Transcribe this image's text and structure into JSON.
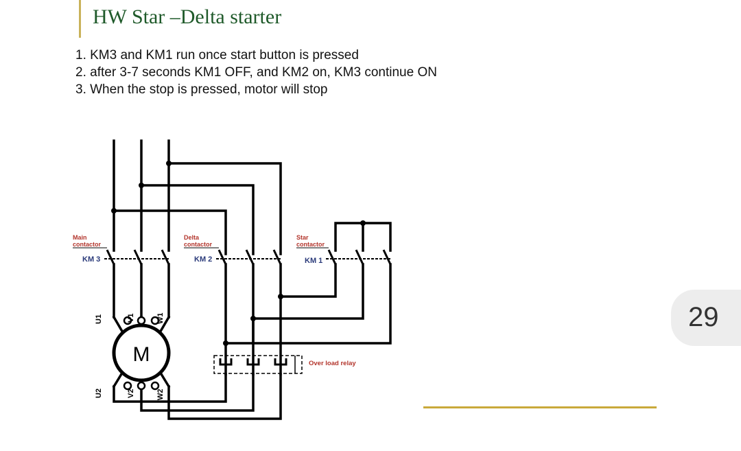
{
  "header": {
    "title": "HW Star –Delta starter"
  },
  "steps": [
    "1. KM3 and KM1 run  once start button is pressed",
    "2. after 3-7 seconds KM1 OFF, and KM2 on, KM3 continue ON",
    "3. When the stop is pressed, motor will stop"
  ],
  "diagram": {
    "main_contactor": {
      "line1": "Main",
      "line2": "contactor",
      "id": "KM 3"
    },
    "delta_contactor": {
      "line1": "Delta",
      "line2": "contactor",
      "id": "KM 2"
    },
    "star_contactor": {
      "line1": "Star",
      "line2": "contactor",
      "id": "KM 1"
    },
    "motor_label": "M",
    "terminals": {
      "u1": "U1",
      "v1": "V1",
      "w1": "W1",
      "u2": "U2",
      "v2": "V2",
      "w2": "W2"
    },
    "overload_relay": "Over load relay"
  },
  "page_number": "29"
}
